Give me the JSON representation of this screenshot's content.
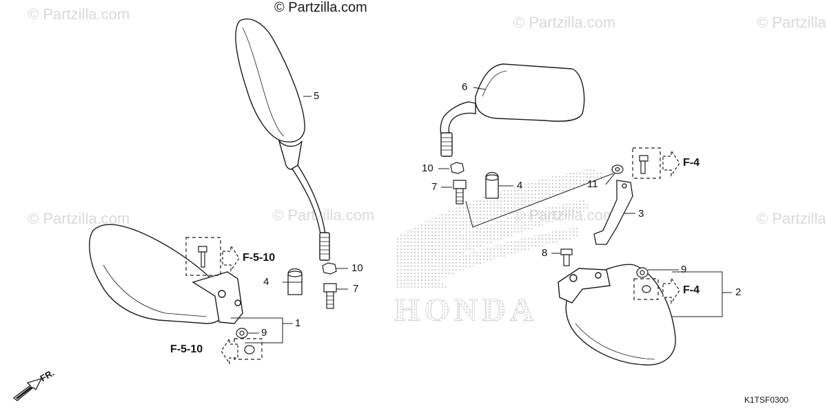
{
  "copyright": "© Partzilla.com",
  "watermark_text": "© Partzilla.com",
  "brand_text": "HONDA",
  "direction_label": "FR.",
  "diagram_code": "K1TSF0300",
  "callouts": {
    "c1": "1",
    "c2": "2",
    "c3": "3",
    "c4a": "4",
    "c4b": "4",
    "c5": "5",
    "c6": "6",
    "c7a": "7",
    "c7b": "7",
    "c8": "8",
    "c9a": "9",
    "c9b": "9",
    "c10a": "10",
    "c10b": "10",
    "c11": "11"
  },
  "references": {
    "r1": "F-5-10",
    "r2": "F-5-10",
    "r3": "F-4",
    "r4": "F-4"
  },
  "colors": {
    "line": "#1a1a1a",
    "watermark": "#d9d9d9",
    "dot_fill": "#c8c8c8"
  }
}
